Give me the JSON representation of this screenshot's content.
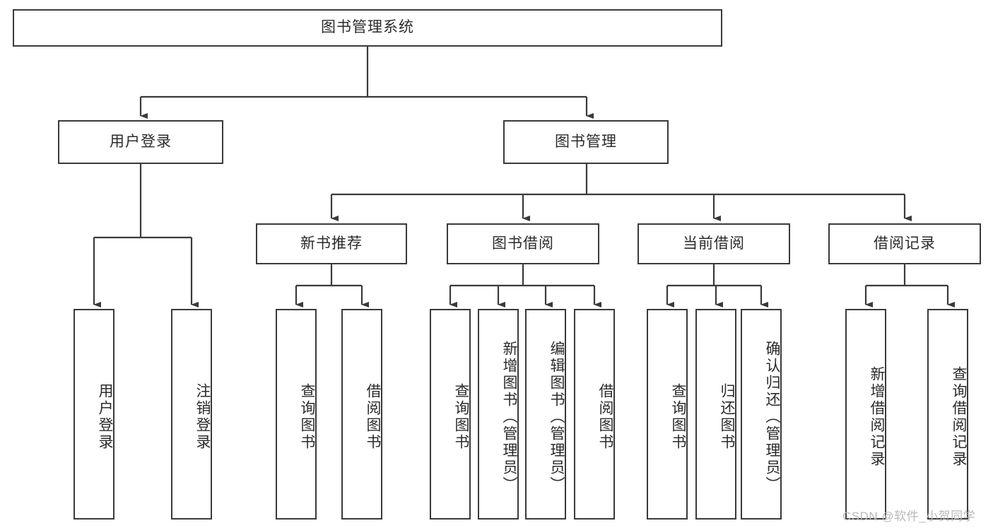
{
  "diagram": {
    "title": "图书管理系统",
    "type": "tree-hierarchy-chart",
    "colors": {
      "box_border": "#3a3a3a",
      "box_fill": "#ffffff",
      "connector": "#3a3a3a",
      "text": "#2b2b2b",
      "watermark": "#b9b9b9",
      "background": "#ffffff"
    },
    "root": {
      "label": "图书管理系统"
    },
    "level2": [
      {
        "id": "user-login",
        "label": "用户登录"
      },
      {
        "id": "book-management",
        "label": "图书管理"
      }
    ],
    "level3": [
      {
        "id": "new-book-recommend",
        "label": "新书推荐"
      },
      {
        "id": "book-borrow",
        "label": "图书借阅"
      },
      {
        "id": "current-borrow",
        "label": "当前借阅"
      },
      {
        "id": "borrow-record",
        "label": "借阅记录"
      }
    ],
    "leaves": {
      "user_login": [
        {
          "id": "leaf-user-login",
          "label": "用户登录"
        },
        {
          "id": "leaf-logout-login",
          "label": "注销登录"
        }
      ],
      "new_book_recommend": [
        {
          "id": "leaf-query-book-1",
          "label": "查询图书"
        },
        {
          "id": "leaf-borrow-book-1",
          "label": "借阅图书"
        }
      ],
      "book_borrow": [
        {
          "id": "leaf-query-book-2",
          "label": "查询图书"
        },
        {
          "id": "leaf-add-book",
          "label": "新增图书（管理员）"
        },
        {
          "id": "leaf-edit-book",
          "label": "编辑图书（管理员）"
        },
        {
          "id": "leaf-borrow-book-2",
          "label": "借阅图书"
        }
      ],
      "current_borrow": [
        {
          "id": "leaf-query-book-3",
          "label": "查询图书"
        },
        {
          "id": "leaf-return-book",
          "label": "归还图书"
        },
        {
          "id": "leaf-confirm-return",
          "label": "确认归还（管理员）"
        }
      ],
      "borrow_record": [
        {
          "id": "leaf-add-record",
          "label": "新增借阅记录"
        },
        {
          "id": "leaf-query-record",
          "label": "查询借阅记录"
        }
      ]
    },
    "watermark": "CSDN @软件_小贺同学"
  }
}
